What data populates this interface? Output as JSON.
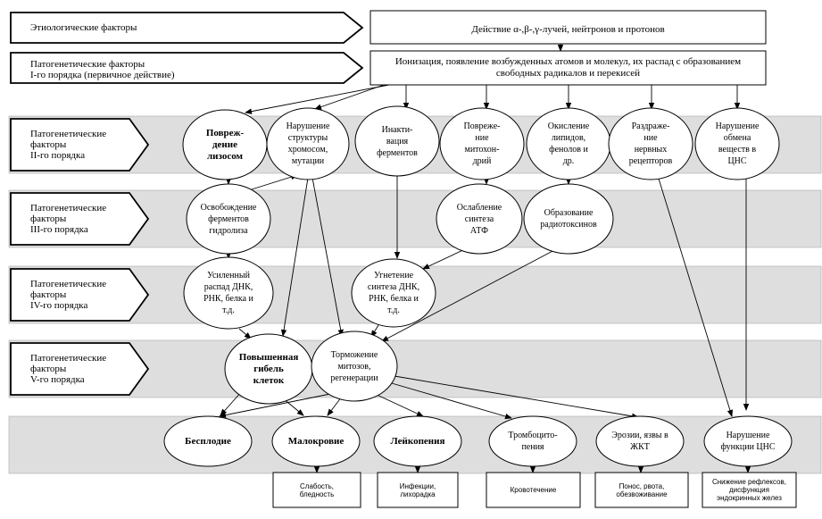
{
  "rows": [
    {
      "label": "Этиологические факторы"
    },
    {
      "label": "Патогенетические факторы\nI-го порядка (первичное действие)"
    },
    {
      "label": "Патогенетические\nфакторы\nII-го порядка"
    },
    {
      "label": "Патогенетические\nфакторы\nIII-го порядка"
    },
    {
      "label": "Патогенетические\nфакторы\nIV-го порядка"
    },
    {
      "label": "Патогенетические\nфакторы\nV-го порядка"
    }
  ],
  "top_boxes": {
    "etiology": "Действие α-,β-,γ-лучей, нейтронов и протонов",
    "primary": "Ионизация, появление возбужденных атомов и молекул, их распад с образованием свободных радикалов и перекисей"
  },
  "nodes": {
    "n1": "Повреж-\nдение\nлизосом",
    "n2": "Нарушение\nструктуры\nхромосом,\nмутации",
    "n3": "Инакти-\nвация\nферментов",
    "n4": "Повреже-\nние\nмитохон-\nдрий",
    "n5": "Окисление\nлипидов,\nфенолов и\nдр.",
    "n6": "Раздраже-\nние\nнервных\nрецепторов",
    "n7": "Нарушение\nобмена\nвеществ в\nЦНС",
    "m1": "Освобождение\nферментов\nгидролиза",
    "m2": "Ослабление\nсинтеза\nАТФ",
    "m3": "Образование\nрадиотоксинов",
    "p1": "Усиленный\nраспад ДНК,\nРНК, белка и\nт.д.",
    "p2": "Угнетение\nсинтеза ДНК,\nРНК, белка и\nт.д.",
    "q1": "Повышенная\nгибель\nклеток",
    "q2": "Торможение\nмитозов,\nрегенерации",
    "r1": "Бесплодие",
    "r2": "Малокровие",
    "r3": "Лейкопения",
    "r4": "Тромбоцито-\nпения",
    "r5": "Эрозии, язвы в\nЖКТ",
    "r6": "Нарушение\nфункции ЦНС"
  },
  "outcomes": {
    "o1": "Слабость,\nбледность",
    "o2": "Инфекции,\nлихорадка",
    "o3": "Кровотечение",
    "o4": "Понос, рвота,\nобезвоживание",
    "o5": "Снижение рефлексов,\nдисфункция\nэндокринных желез"
  }
}
